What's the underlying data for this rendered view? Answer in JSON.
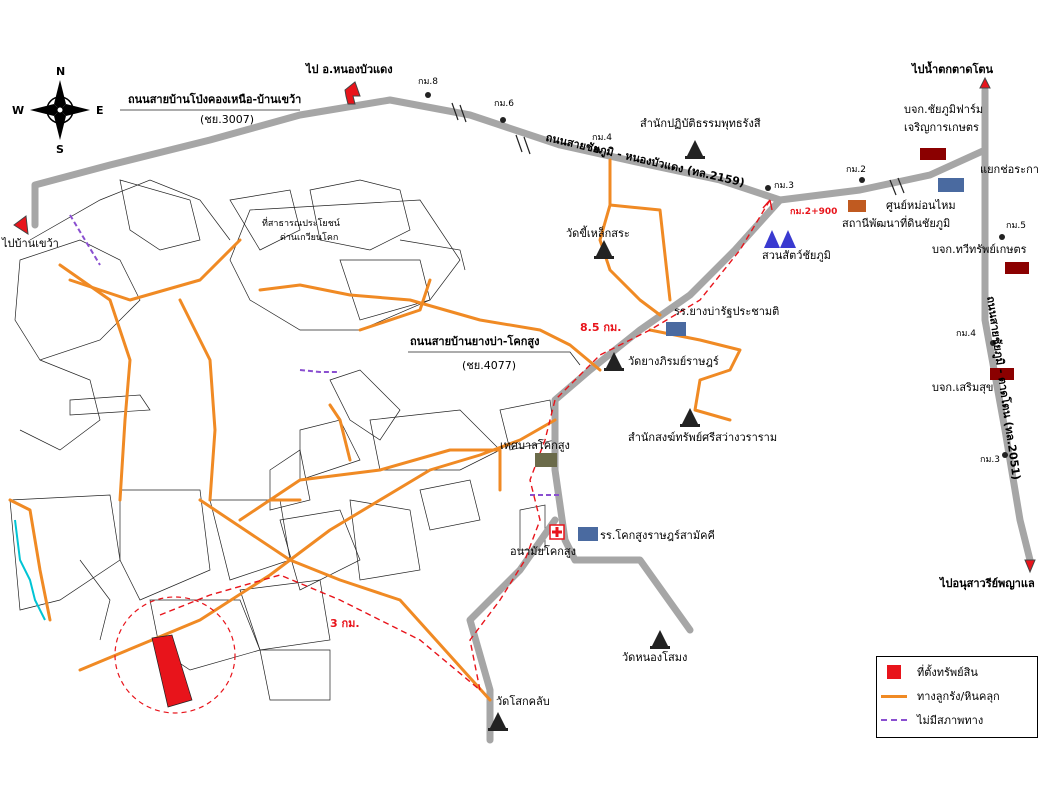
{
  "compass": {
    "n": "N",
    "s": "S",
    "e": "E",
    "w": "W"
  },
  "labels": {
    "road_top_name": "ถนนสายบ้านโป่งคองเหนือ-บ้านเขว้า",
    "road_top_code": "(ชย.3007)",
    "to_nongbuadaeng": "ไป อ.หนองบัวแดง",
    "to_ban_khwao": "ไปบ้านเขว้า",
    "to_tat_ton": "ไปน้ำตกตาดโตน",
    "to_nong_bua_rawe": "ไปอนุสาวรีย์พญาแล",
    "road_main_rot": "ถนนสายชัยภูมิ - หนองบัวแดง (ทล.2159)",
    "road_right_rot": "ถนนสายชัยภูมิ - ตาดโตน (ทล.2051)",
    "road_mid_name": "ถนนสายบ้านยางบ่า-โคกสูง",
    "road_mid_code": "(ชย.4077)",
    "km8": "กม.8",
    "km6": "กม.6",
    "km4_top": "กม.4",
    "km3_top": "กม.3",
    "km2": "กม.2",
    "km5": "กม.5",
    "km4_right": "กม.4",
    "km3_right": "กม.3",
    "km_2_900": "กม.2+900",
    "dist_85": "8.5 กม.",
    "dist_3": "3 กม.",
    "sammak_pathip": "สำนักปฏิบัติธรรมพุทธรังสี",
    "bk_chaiyaphum_farm": "บจก.ชัยภูมิฟาร์ม",
    "charoen_kaset": "เจริญการเกษตร",
    "yaek_sorasa": "แยกช่อระกา",
    "moh_naimai": "ศูนย์หม่อนไหม",
    "sathani_phattana": "สถานีพัฒนาที่ดินชัยภูมิ",
    "suan_sat": "สวนสัตว์ชัยภูมิ",
    "wat_khi": "วัดขี้เหล็กสระ",
    "bk_thawee": "บจก.ทวีทรัพย์เกษตร",
    "bk_serm_suk": "บจก.เสริมสุข",
    "public_land_1": "ที่สาธารณประโยชน์",
    "public_land_2": "ด่านเกวียนโคก",
    "rr_yangba": "รร.ยางบ่ารัฐประชามติ",
    "wat_yang": "วัดยางภิรมย์ราษฎร์",
    "sammak_song": "สำนักสงฆ์ทรัพย์ศรีสว่างวราราม",
    "thesaban": "เทศบาลโคกสูง",
    "anamai": "อนามัยโคกสูง",
    "rr_khoksung": "รร.โคกสูงราษฎร์สามัคคี",
    "wat_nongsamong": "วัดหนองโสมง",
    "wat_khoksung": "วัดโสกคลับ"
  },
  "legend": {
    "items": [
      {
        "label": "ที่ตั้งทรัพย์สิน",
        "color": "#e8141b"
      },
      {
        "label": "ทางลูกรัง/หินคลุก",
        "color": "#f08a24"
      },
      {
        "label": "ไม่มีสภาพทาง",
        "color": "#8a4fd0"
      }
    ]
  },
  "colors": {
    "main_road": "#a6a6a6",
    "laterite": "#f08a24",
    "route": "#e8141b",
    "no_road": "#8a4fd0",
    "stream": "#00c4d4",
    "property": "#e8141b"
  }
}
